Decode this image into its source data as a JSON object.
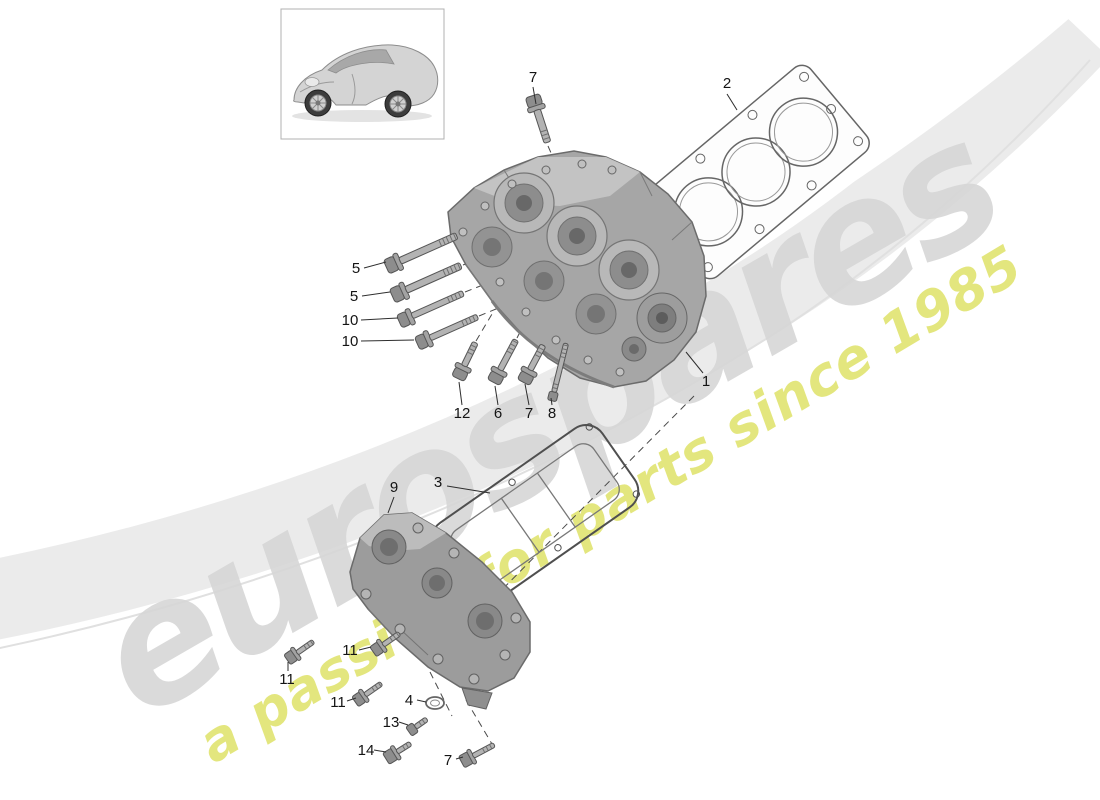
{
  "watermark": {
    "brand": "eurospares",
    "tagline": "a passion for parts since 1985",
    "brand_color": "#d6d6d6",
    "tagline_color": "#dde05e"
  },
  "callouts": [
    {
      "id": "bolt-top",
      "label": "7"
    },
    {
      "id": "head-gasket",
      "label": "2"
    },
    {
      "id": "bolt-5a",
      "label": "5"
    },
    {
      "id": "bolt-5b",
      "label": "5"
    },
    {
      "id": "bolt-10a",
      "label": "10"
    },
    {
      "id": "bolt-10b",
      "label": "10"
    },
    {
      "id": "bolt-12",
      "label": "12"
    },
    {
      "id": "bolt-6",
      "label": "6"
    },
    {
      "id": "bolt-7-mid",
      "label": "7"
    },
    {
      "id": "stud-8",
      "label": "8"
    },
    {
      "id": "cylinder-head",
      "label": "1"
    },
    {
      "id": "valve-cover",
      "label": "9"
    },
    {
      "id": "valve-cover-gasket",
      "label": "3"
    },
    {
      "id": "bolt-11a",
      "label": "11"
    },
    {
      "id": "bolt-11b",
      "label": "11"
    },
    {
      "id": "bolt-11c",
      "label": "11"
    },
    {
      "id": "washer-4",
      "label": "4"
    },
    {
      "id": "plug-13",
      "label": "13"
    },
    {
      "id": "bolt-14",
      "label": "14"
    },
    {
      "id": "bolt-7-bottom",
      "label": "7"
    }
  ]
}
